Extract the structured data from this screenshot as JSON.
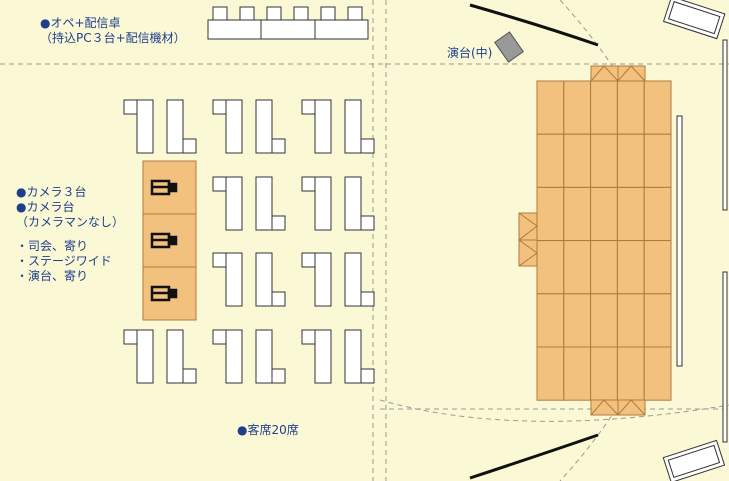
{
  "labels": {
    "operator": {
      "line1": "●オペ+配信卓",
      "line2": "（持込PC３台+配信機材）"
    },
    "podium": "演台(中)",
    "camera_count": "●カメラ３台",
    "camera_stand": "●カメラ台",
    "camera_note": "（カメラマンなし）",
    "shot_1": "・司会、寄り",
    "shot_2": "・ステージワイド",
    "shot_3": "・演台、寄り",
    "seats": "●客席20席"
  },
  "colors": {
    "background": "#fbf8d6",
    "text": "#1d3f8a",
    "stage_fill": "#f2c17e",
    "stage_stroke": "#b07a3a",
    "line": "#333333"
  }
}
